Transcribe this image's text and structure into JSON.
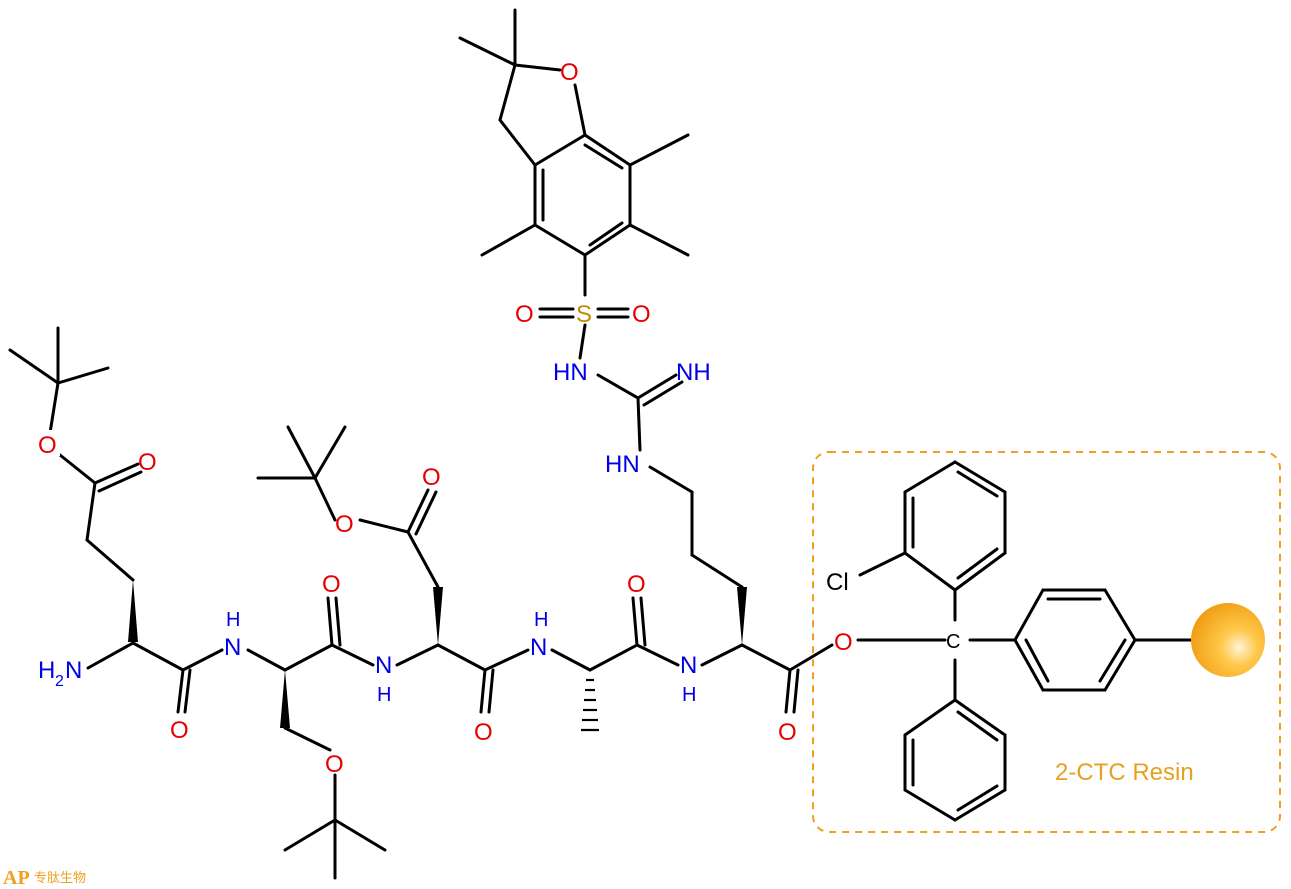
{
  "labels": {
    "ester_o_glu": "O",
    "ester_co_glu": "O",
    "amine": "H",
    "amine_sub": "2",
    "amine_n": "N",
    "nh_1": "H",
    "nh_1n": "N",
    "co_1": "O",
    "ser_o": "O",
    "co_2": "O",
    "nh_2n": "N",
    "nh_2h": "H",
    "ester_o_asp": "O",
    "ester_co_asp": "O",
    "co_3": "O",
    "nh_3h": "H",
    "nh_3n": "N",
    "co_4": "O",
    "nh_4n": "N",
    "nh_4h": "H",
    "co_5": "O",
    "link_o": "O",
    "central_c": "C",
    "chloro": "Cl",
    "arg_nh": "HN",
    "guan_hn": "HN",
    "guan_nh": "NH",
    "sulfur": "S",
    "so_left": "O",
    "so_right": "O",
    "furan_o": "O"
  },
  "resin_label": "2-CTC Resin",
  "colors": {
    "oxygen": "#e60000",
    "nitrogen": "#0000e6",
    "sulfur": "#c48a00",
    "resin": "#f0a020"
  },
  "watermark": {
    "brand": "AP",
    "chinese": "专肽生物"
  }
}
